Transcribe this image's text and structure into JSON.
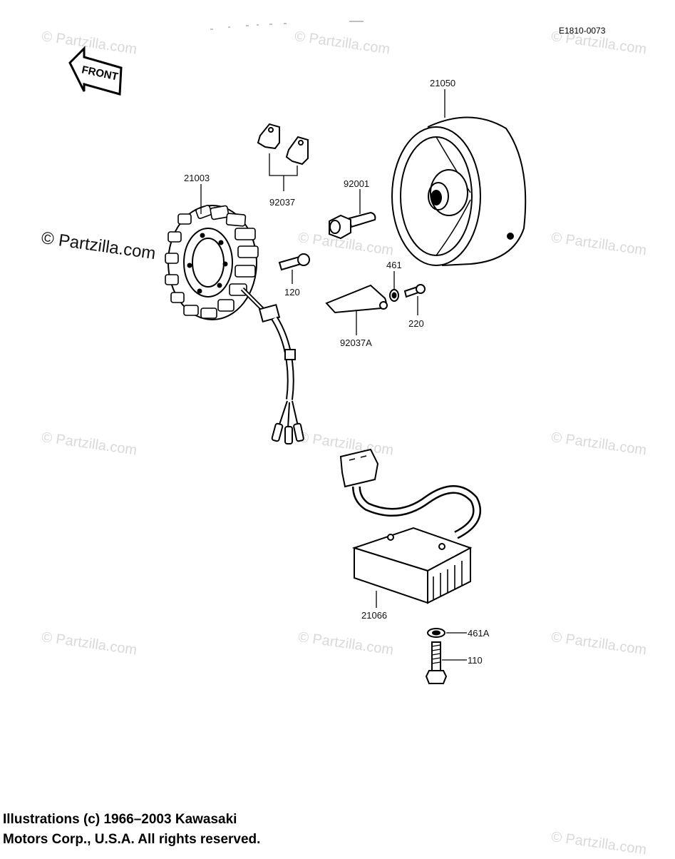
{
  "diagram_code": "E1810-0073",
  "front_label": "FRONT",
  "parts": {
    "flywheel": "21050",
    "stator": "21003",
    "clips": "92037",
    "bolt_main": "92001",
    "bolt_small": "120",
    "washer_small": "461",
    "screw_small": "220",
    "plate": "92037A",
    "regulator": "21066",
    "washer_reg": "461A",
    "bolt_reg": "110"
  },
  "watermark": "© Partzilla.com",
  "copyright": {
    "line1": "Illustrations (c) 1966–2003 Kawasaki",
    "line2": "Motors Corp., U.S.A.  All rights reserved."
  }
}
